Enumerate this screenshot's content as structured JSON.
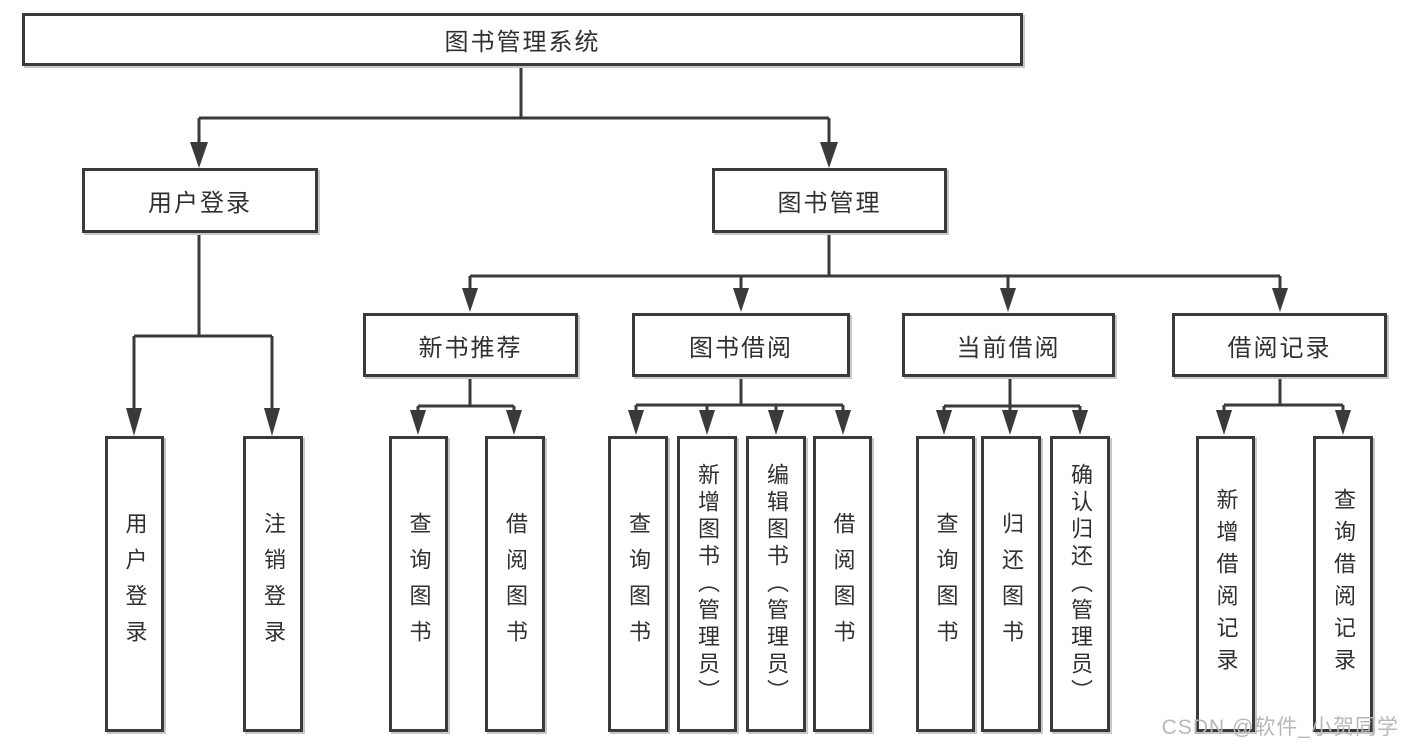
{
  "diagram": {
    "root": "图书管理系统",
    "level2": [
      "用户登录",
      "图书管理"
    ],
    "level3": [
      "新书推荐",
      "图书借阅",
      "当前借阅",
      "借阅记录"
    ],
    "leaves": [
      "用户登录",
      "注销登录",
      "查询图书",
      "借阅图书",
      "查询图书",
      "新增图书（管理员）",
      "编辑图书（管理员）",
      "借阅图书",
      "查询图书",
      "归还图书",
      "确认归还（管理员）",
      "新增借阅记录",
      "查询借阅记录"
    ]
  },
  "watermark": "CSDN @软件_小贺同学",
  "colors": {
    "line": "#3a3a3a",
    "text": "#303030",
    "watermark": "#b7b7bd",
    "background": "#ffffff"
  }
}
